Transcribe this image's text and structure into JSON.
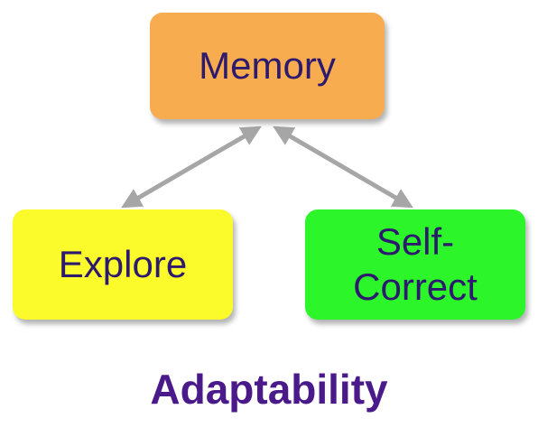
{
  "diagram": {
    "nodes": {
      "memory": {
        "label": "Memory",
        "color": "#f7ac4f"
      },
      "explore": {
        "label": "Explore",
        "color": "#fbfb2c"
      },
      "selfcorrect": {
        "label_line1": "Self-",
        "label_line2": "Correct",
        "color": "#2cf52a"
      }
    },
    "edges": [
      {
        "from": "memory",
        "to": "explore",
        "bidirectional": true
      },
      {
        "from": "memory",
        "to": "selfcorrect",
        "bidirectional": true
      }
    ],
    "edge_color": "#a6a6a6",
    "text_color": "#2d1a6e"
  },
  "caption": "Adaptability"
}
